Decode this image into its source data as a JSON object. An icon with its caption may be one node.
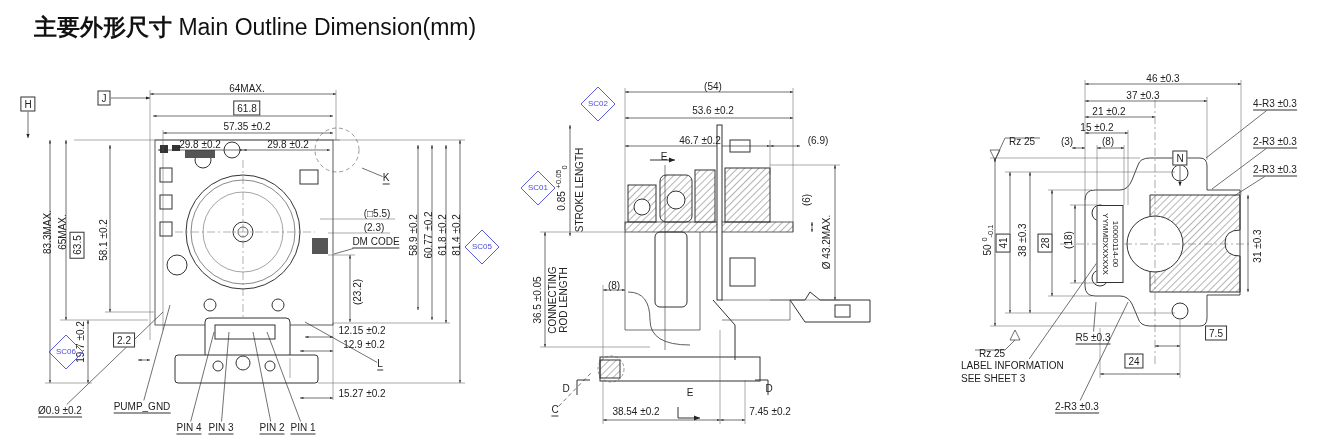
{
  "diagram": {
    "title": "**主要外形尺寸** Main Outline Dimension(mm)",
    "nodes": [
      {
        "text": [
          "J"
        ]
      },
      {
        "text": [
          "61.8"
        ]
      },
      {
        "text": [
          "H"
        ]
      },
      {
        "text": [
          "63.5"
        ]
      },
      {
        "text": [
          "2.2"
        ]
      },
      {
        "text": [
          "SC05"
        ]
      },
      {
        "text": [
          "SC06"
        ]
      },
      {
        "text": [
          "K"
        ]
      },
      {
        "text": [
          "DM CODE"
        ]
      },
      {
        "text": [
          "L"
        ]
      },
      {
        "text": [
          "Ø0.9 ±0.2"
        ]
      },
      {
        "text": [
          "PUMP_GND"
        ]
      },
      {
        "text": [
          "PIN 4"
        ]
      },
      {
        "text": [
          "PIN 3"
        ]
      },
      {
        "text": [
          "PIN 2"
        ]
      },
      {
        "text": [
          "PIN 1"
        ]
      },
      {
        "text": [
          "SC02"
        ]
      },
      {
        "text": [
          "SC01"
        ]
      },
      {
        "text": [
          "C"
        ]
      },
      {
        "text": [
          "N"
        ]
      },
      {
        "text": [
          "41"
        ]
      },
      {
        "text": [
          "28"
        ]
      },
      {
        "text": [
          "7.5"
        ]
      },
      {
        "text": [
          "24"
        ]
      },
      {
        "text": [
          "4-R3 ±0.3"
        ]
      },
      {
        "text": [
          "2-R3 ±0.3"
        ]
      },
      {
        "text": [
          "2-R3 ±0.3"
        ]
      },
      {
        "text": [
          "R5 ±0.3"
        ]
      },
      {
        "text": [
          "LABEL INFORMATION SEE SHEET 3"
        ]
      },
      {
        "text": [
          "2-R3 ±0.3"
        ]
      },
      {
        "text": [
          "10000114-00",
          "YYMMDXXXXXX"
        ]
      }
    ],
    "edges": [
      {
        "from": 0,
        "to": null,
        "arrow": "to"
      },
      {
        "from": 2,
        "to": null,
        "arrow": "to"
      },
      {
        "from": 7,
        "to": null,
        "arrow": "none"
      },
      {
        "from": 8,
        "to": null,
        "arrow": "none"
      },
      {
        "from": 9,
        "to": null,
        "arrow": "none"
      },
      {
        "from": 10,
        "to": null,
        "arrow": "none"
      },
      {
        "from": 11,
        "to": null,
        "arrow": "none"
      },
      {
        "from": 12,
        "to": null,
        "arrow": "none"
      },
      {
        "from": 13,
        "to": null,
        "arrow": "none"
      },
      {
        "from": 14,
        "to": null,
        "arrow": "none"
      },
      {
        "from": 15,
        "to": null,
        "arrow": "none"
      },
      {
        "from": 18,
        "to": null,
        "arrow": "none",
        "style": "dashed"
      },
      {
        "from": 19,
        "to": null,
        "arrow": "to"
      },
      {
        "from": 24,
        "to": null,
        "arrow": "none"
      },
      {
        "from": 25,
        "to": null,
        "arrow": "none"
      },
      {
        "from": 26,
        "to": null,
        "arrow": "none"
      },
      {
        "from": 27,
        "to": null,
        "arrow": "none"
      },
      {
        "from": 28,
        "to": 30,
        "arrow": "none"
      },
      {
        "from": 29,
        "to": null,
        "arrow": "none"
      }
    ],
    "labels": [
      "64MAX.",
      "57.35 ±0.2",
      "29.8 ±0.2",
      "29.8 ±0.2",
      "83.3MAX.",
      "65MAX.",
      "58.1 ±0.2",
      "(□5.5)",
      "(2.3)",
      "(23.2)",
      "58.9 ±0.2",
      "60.77 ±0.2",
      "61.8 ±0.2",
      "81.4 ±0.2",
      "19.7 ±0.2",
      "12.15 ±0.2",
      "12.9 ±0.2",
      "15.27 ±0.2",
      "(54)",
      "53.6 ±0.2",
      "46.7 ±0.2",
      "(6.9)",
      "E",
      "0.85 $^{+0.05}$$_{0}$",
      "STROKE LENGTH",
      "(6)",
      "Ø 43.2MAX.",
      "36.5 ±0.05",
      "CONNECTING ROD LENGTH",
      "(8)",
      "D",
      "D",
      "E",
      "38.54 ±0.2",
      "7.45 ±0.2",
      "46 ±0.3",
      "37 ±0.3",
      "21 ±0.2",
      "15 ±0.2",
      "Rz 25",
      "(3)",
      "(8)",
      "50 $^{0}$$_{-0.1}$",
      "38 ±0.3",
      "(18)",
      "31 ±0.3",
      "Rz 25"
    ]
  }
}
